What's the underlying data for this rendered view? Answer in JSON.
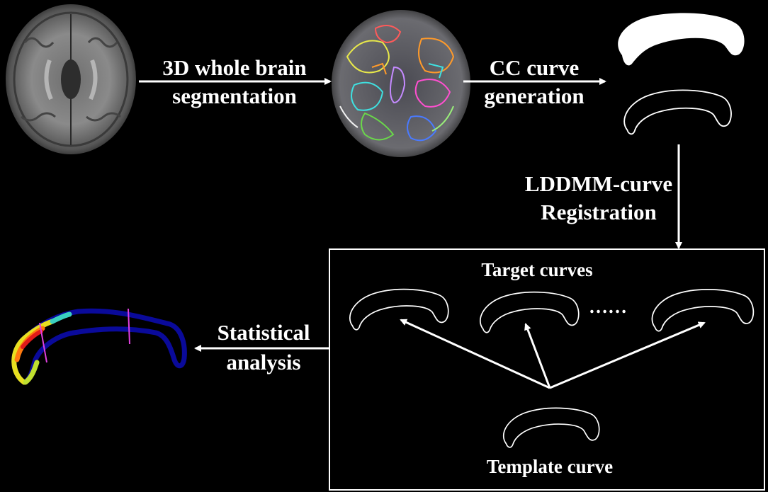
{
  "steps": {
    "segmentation_line1": "3D whole brain",
    "segmentation_line2": "segmentation",
    "curve_gen_line1": "CC curve",
    "curve_gen_line2": "generation",
    "registration_line1": "LDDMM-curve",
    "registration_line2": "Registration",
    "stats_line1": "Statistical",
    "stats_line2": "analysis"
  },
  "panel": {
    "target_title": "Target  curves",
    "ellipsis": "……",
    "template_title": "Template curve"
  },
  "colors": {
    "background": "#000000",
    "foreground": "#ffffff",
    "result_curve": "#0a0a9a",
    "significance_marker": "#e040e0"
  }
}
